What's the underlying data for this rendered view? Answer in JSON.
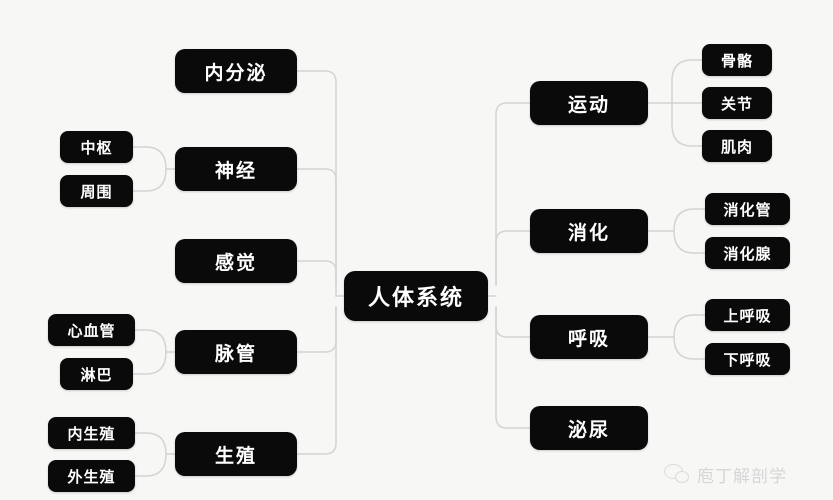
{
  "diagram": {
    "type": "mind-map",
    "root": {
      "label": "人体系统"
    },
    "left_branches": [
      {
        "label": "内分泌",
        "children": []
      },
      {
        "label": "神经",
        "children": [
          {
            "label": "中枢"
          },
          {
            "label": "周围"
          }
        ]
      },
      {
        "label": "感觉",
        "children": []
      },
      {
        "label": "脉管",
        "children": [
          {
            "label": "心血管"
          },
          {
            "label": "淋巴"
          }
        ]
      },
      {
        "label": "生殖",
        "children": [
          {
            "label": "内生殖"
          },
          {
            "label": "外生殖"
          }
        ]
      }
    ],
    "right_branches": [
      {
        "label": "运动",
        "children": [
          {
            "label": "骨骼"
          },
          {
            "label": "关节"
          },
          {
            "label": "肌肉"
          }
        ]
      },
      {
        "label": "消化",
        "children": [
          {
            "label": "消化管"
          },
          {
            "label": "消化腺"
          }
        ]
      },
      {
        "label": "呼吸",
        "children": [
          {
            "label": "上呼吸"
          },
          {
            "label": "下呼吸"
          }
        ]
      },
      {
        "label": "泌尿",
        "children": []
      }
    ]
  },
  "watermark": {
    "text": "庖丁解剖学",
    "logo": "wechat-logo"
  },
  "colors": {
    "background": "#f7f7f6",
    "node_fill": "#0a0a0a",
    "node_text": "#ffffff",
    "connector": "#d2d2d2"
  }
}
